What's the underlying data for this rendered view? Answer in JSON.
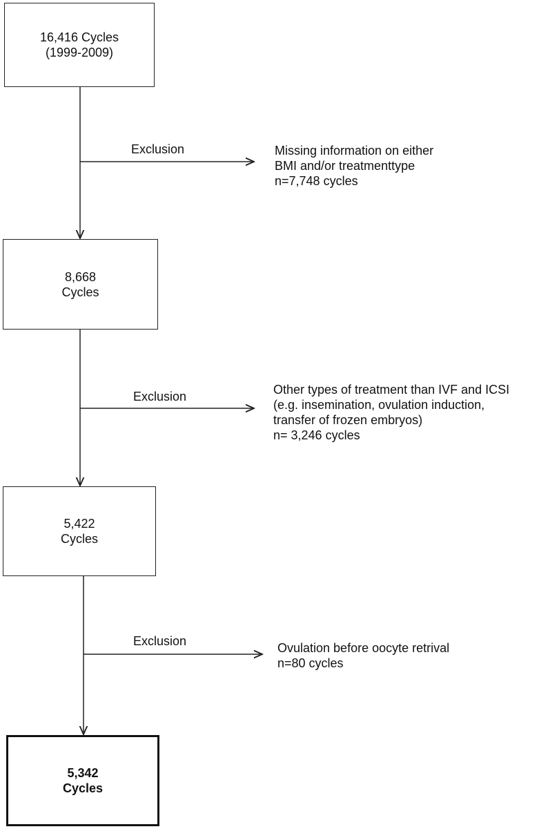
{
  "boxes": [
    {
      "lines": [
        "16,416 Cycles",
        "(1999-2009)"
      ]
    },
    {
      "lines": [
        "8,668",
        "Cycles"
      ]
    },
    {
      "lines": [
        "5,422",
        "Cycles"
      ]
    },
    {
      "lines": [
        "5,342",
        "Cycles"
      ]
    }
  ],
  "exclusions": [
    {
      "label": "Exclusion",
      "lines": [
        "Missing information on either",
        "BMI and/or treatmenttype",
        "n=7,748 cycles"
      ]
    },
    {
      "label": "Exclusion",
      "lines": [
        "Other types of treatment than IVF and ICSI",
        "(e.g. insemination, ovulation induction,",
        "transfer of frozen embryos)",
        "n= 3,246 cycles"
      ]
    },
    {
      "label": "Exclusion",
      "lines": [
        "Ovulation before oocyte retrival",
        "n=80 cycles"
      ]
    }
  ]
}
